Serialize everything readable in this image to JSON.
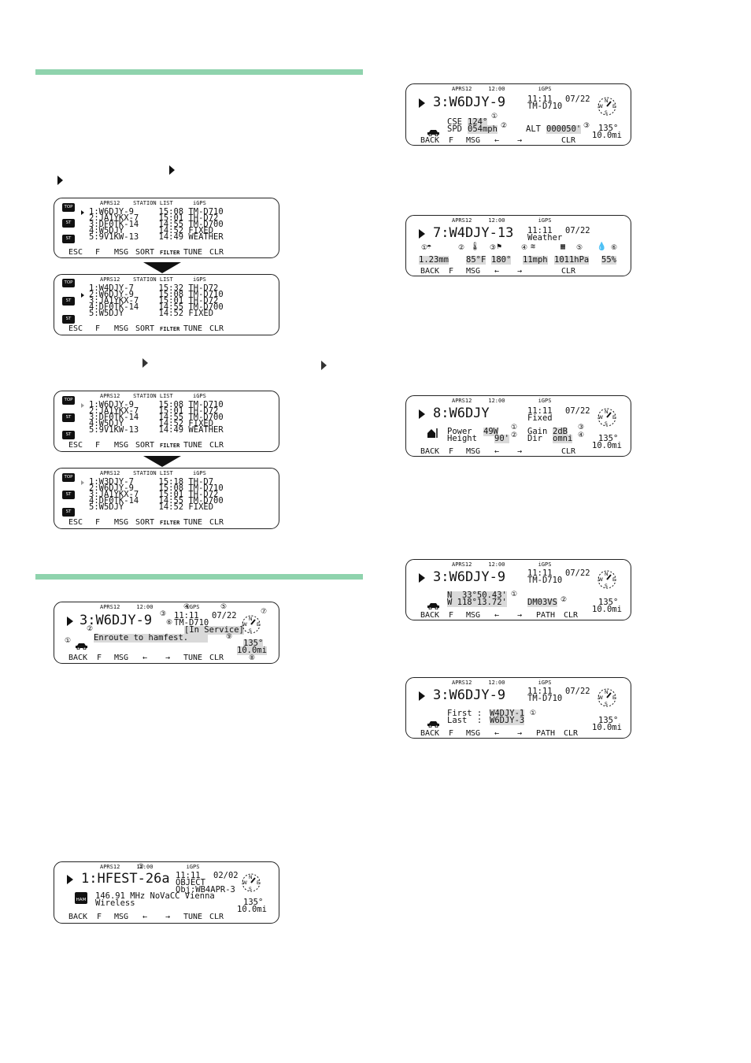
{
  "station_list": {
    "header": "APRS12    STATION LIST      iGPS",
    "keys": [
      "ESC",
      "F",
      "MSG",
      "SORT",
      "FILTER",
      "TUNE",
      "CLR"
    ],
    "icons": [
      "TOP",
      "ST",
      "ST"
    ],
    "a1_rows": [
      "1:W6DJY-9     15:08 TM-D710",
      "2:JA1YKX-7    15:01 TH-D72",
      "3:DF0TK-14    14:55 TM-D700",
      "4:W5DJY       14:52 FIXED",
      "5:9V1KW-13    14:49 WEATHER"
    ],
    "a2_rows": [
      "1:W4DJY-7     15:32 TH-D72",
      "2:W6DJY-9     15:08 TM-D710",
      "3:JA1YKX-7    15:01 TH-D72",
      "4:DF0TK-14    14:55 TM-D700",
      "5:W5DJY       14:52 FIXED"
    ],
    "b1_rows": [
      "1:W6DJY-9     15:08 TM-D710",
      "2:JA1YKX-7    15:01 TH-D72",
      "3:DF0TK-14    14:55 TM-D700",
      "4:W5DJY       14:52 FIXED",
      "5:9V1KW-13    14:49 WEATHER"
    ],
    "b2_rows": [
      "1:W3DJY-7     15:18 TH-D7",
      "2:W6DJY-9     15:08 TM-D710",
      "3:JA1YKX-7    15:01 TH-D72",
      "4:DF0TK-14    14:55 TM-D700",
      "5:W5DJY       14:52 FIXED"
    ]
  },
  "detail": {
    "status_line": "APRS12     12:00          iGPS",
    "keys_msg": [
      "BACK",
      "F",
      "MSG",
      "←",
      "→",
      "TUNE",
      "CLR"
    ],
    "keys_plain": [
      "BACK",
      "F",
      "MSG",
      "←",
      "→",
      "",
      "CLR"
    ],
    "keys_path": [
      "BACK",
      "F",
      "MSG",
      "←",
      "→",
      "PATH",
      "CLR"
    ],
    "bearing": "135°",
    "distance": "10.0mi",
    "main": {
      "station": "3:W6DJY-9",
      "time": "11:11",
      "date": "07/22",
      "model": "TM-D710",
      "service": "[In Service]",
      "comment": "Enroute to hamfest."
    },
    "object": {
      "station": "1:HFEST-26a",
      "time": "11:11",
      "date": "02/02",
      "type": "OBJECT",
      "obj": "Obj:WB4APR-3",
      "line1": "146.91 MHz NoVaCC Vienna",
      "line2": "Wireless",
      "icon": "HAM"
    },
    "cse": {
      "station": "3:W6DJY-9",
      "time": "11:11",
      "date": "07/22",
      "model": "TM-D710",
      "cse_label": "CSE",
      "cse_value": "124°",
      "spd_label": "SPD",
      "spd_value": "054mph",
      "alt_label": "ALT",
      "alt_value": "000050'"
    },
    "weather": {
      "station": "7:W4DJY-13",
      "time": "11:11",
      "date": "07/22",
      "type": "Weather",
      "rain": "1.23mm",
      "temp": "85°F",
      "wind_dir": "180°",
      "wind_speed": "11mph",
      "pressure": "1011hPa",
      "humidity": "55%"
    },
    "fixed": {
      "station": "8:W6DJY",
      "time": "11:11",
      "date": "07/22",
      "type": "Fixed",
      "power_label": "Power",
      "power": "49W",
      "height_label": "Height",
      "height": "90'",
      "gain_label": "Gain",
      "gain": "2dB",
      "dir_label": "Dir",
      "dir": "omni"
    },
    "pos": {
      "station": "3:W6DJY-9",
      "time": "11:11",
      "date": "07/22",
      "model": "TM-D710",
      "lat": "N  33°50.43'",
      "lon": "W 118°13.72'",
      "grid": "DM03VS"
    },
    "path": {
      "station": "3:W6DJY-9",
      "time": "11:11",
      "date": "07/22",
      "model": "TM-D710",
      "first_label": "First :",
      "first": "W4DJY-1",
      "last_label": "Last  :",
      "last": "W6DJY-3"
    }
  }
}
